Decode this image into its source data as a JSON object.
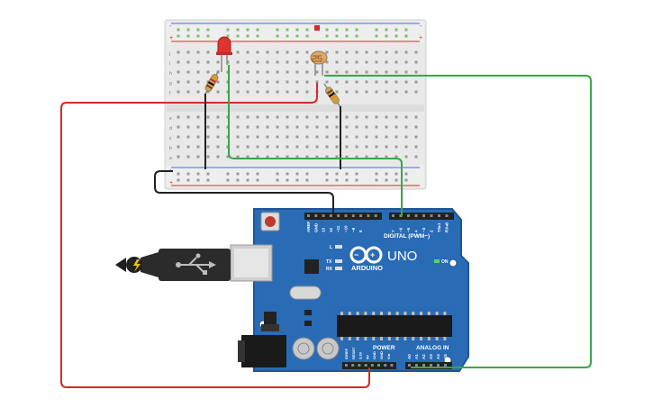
{
  "colors": {
    "board": "#2a6bb6",
    "board_edge": "#1e5597",
    "breadboard": "#e9e9e9",
    "rail_red": "#d42a2a",
    "rail_blue": "#3b6fd1",
    "wire_red": "#d42a2a",
    "wire_green": "#3aa64a",
    "wire_black": "#222222",
    "led": "#e0332f",
    "resistor": "#c9a36a"
  },
  "icons": {
    "usb": "usb-icon",
    "arduino_logo": "arduino-infinity-icon"
  },
  "breadboard": {
    "plus": "+",
    "minus": "-",
    "row_letters_top": [
      "j",
      "i",
      "h",
      "g",
      "f"
    ],
    "row_letters_bottom": [
      "e",
      "d",
      "c",
      "b",
      "a"
    ]
  },
  "arduino": {
    "name": "UNO",
    "brand": "ARDUINO",
    "digital_label": "DIGITAL (PWM~)",
    "power_label": "POWER",
    "analog_label": "ANALOG IN",
    "on_label": "ON",
    "tx_label": "TX",
    "rx_label": "RX",
    "l_label": "L",
    "pin_labels_top": [
      "AREF",
      "GND",
      "13",
      "12",
      "~11",
      "~10",
      "~9",
      "8",
      "7",
      "~6",
      "~5",
      "4",
      "~3",
      "2",
      "TX▸1",
      "RX◂0"
    ],
    "pin_labels_power": [
      "IOREF",
      "RESET",
      "3.3V",
      "5V",
      "GND",
      "GND",
      "Vin"
    ],
    "pin_labels_analog": [
      "A0",
      "A1",
      "A2",
      "A3",
      "A4",
      "A5"
    ]
  }
}
